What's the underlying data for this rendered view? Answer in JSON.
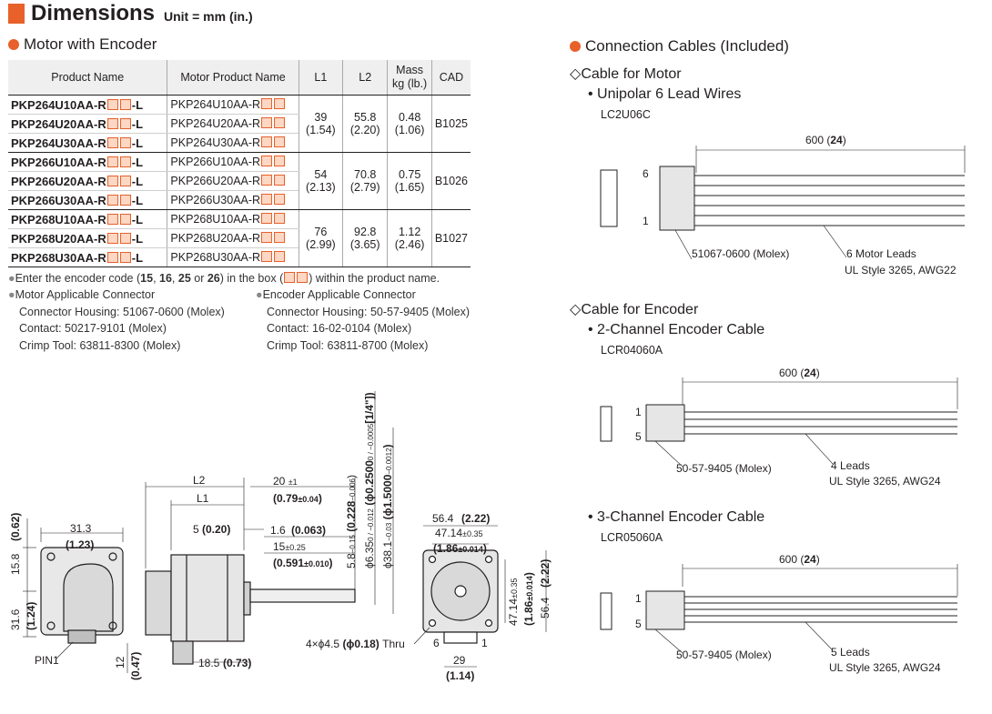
{
  "header": {
    "title": "Dimensions",
    "unit": "Unit = mm (in.)"
  },
  "motor_section": {
    "title": "Motor with Encoder"
  },
  "table": {
    "columns": [
      "Product Name",
      "Motor Product Name",
      "L1",
      "L2",
      "Mass kg (lb.)",
      "CAD"
    ],
    "mass_header_line1": "Mass",
    "mass_header_line2": "kg (lb.)",
    "groups": [
      {
        "rows": [
          {
            "product": "PKP264U10AA-R",
            "motor": "PKP264U10AA-R"
          },
          {
            "product": "PKP264U20AA-R",
            "motor": "PKP264U20AA-R"
          },
          {
            "product": "PKP264U30AA-R",
            "motor": "PKP264U30AA-R"
          }
        ],
        "l1": "39",
        "l1_in": "(1.54)",
        "l2": "55.8",
        "l2_in": "(2.20)",
        "mass": "0.48",
        "mass_lb": "(1.06)",
        "cad": "B1025"
      },
      {
        "rows": [
          {
            "product": "PKP266U10AA-R",
            "motor": "PKP266U10AA-R"
          },
          {
            "product": "PKP266U20AA-R",
            "motor": "PKP266U20AA-R"
          },
          {
            "product": "PKP266U30AA-R",
            "motor": "PKP266U30AA-R"
          }
        ],
        "l1": "54",
        "l1_in": "(2.13)",
        "l2": "70.8",
        "l2_in": "(2.79)",
        "mass": "0.75",
        "mass_lb": "(1.65)",
        "cad": "B1026"
      },
      {
        "rows": [
          {
            "product": "PKP268U10AA-R",
            "motor": "PKP268U10AA-R"
          },
          {
            "product": "PKP268U20AA-R",
            "motor": "PKP268U20AA-R"
          },
          {
            "product": "PKP268U30AA-R",
            "motor": "PKP268U30AA-R"
          }
        ],
        "l1": "76",
        "l1_in": "(2.99)",
        "l2": "92.8",
        "l2_in": "(3.65)",
        "mass": "1.12",
        "mass_lb": "(2.46)",
        "cad": "B1027"
      }
    ],
    "suffix": "-L"
  },
  "notes": {
    "enter_code_a": "Enter the encoder code (",
    "code1": "15",
    "code2": "16",
    "code3": "25",
    "code4": "26",
    "enter_code_b": ") in the box (",
    "enter_code_c": ") within the product name.",
    "motor_connector_title": "Motor Applicable Connector",
    "motor_connector_lines": [
      "Connector Housing: 51067-0600 (Molex)",
      "Contact: 50217-9101 (Molex)",
      "Crimp Tool: 63811-8300 (Molex)"
    ],
    "encoder_connector_title": "Encoder Applicable Connector",
    "encoder_connector_lines": [
      "Connector Housing: 50-57-9405 (Molex)",
      "Contact: 16-02-0104 (Molex)",
      "Crimp Tool: 63811-8700 (Molex)"
    ]
  },
  "drawing": {
    "d_31_3": "31.3",
    "d_1_23": "(1.23)",
    "d_15_8": "15.8",
    "d_0_62": "(0.62)",
    "d_31_6": "31.6",
    "d_1_24": "(1.24)",
    "d_12": "12",
    "d_0_47": "(0.47)",
    "pin1": "PIN1",
    "L2": "L2",
    "L1": "L1",
    "d_5": "5",
    "d_0_20": "(0.20)",
    "d_18_5": "18.5",
    "d_0_73": "(0.73)",
    "d_20": "20",
    "d_20_tol": "±1",
    "d_0_79": "(0.79",
    "d_0_79_tol": "±0.04",
    "d_0_79_end": ")",
    "d_1_6": "1.6",
    "d_0_063": "(0.063)",
    "d_15": "15",
    "d_15_tol": "±0.25",
    "d_0_591": "(0.591",
    "d_0_591_tol": "±0.010",
    "d_0_591_end": ")",
    "v_5_8": "5.8",
    "v_5_8_tol": "−0.15",
    "v_0_228": "(0.228",
    "v_0_228_tol": "−0.006",
    "v_0_228_end": ")",
    "v_6_35": "ϕ6.35",
    "v_6_35_tol": "0 / −0.012",
    "v_0_25": "(ϕ0.2500",
    "v_0_25_tol": "0 / −0.0005",
    "v_quarter": "[1/4\"])",
    "v_38_1": "ϕ38.1",
    "v_38_1_tol": "−0.03",
    "v_1_5": "(ϕ1.5000",
    "v_1_5_tol": "−0.0012",
    "v_1_5_end": ")",
    "d_56_4": "56.4",
    "d_2_22": "(2.22)",
    "d_47_14": "47.14",
    "d_47_tol": "±0.35",
    "d_1_86": "(1.86",
    "d_1_86_tol": "±0.014",
    "d_1_86_end": ")",
    "d_holes": "4×ϕ4.5",
    "d_holes_in": "(ϕ0.18)",
    "d_thru": "Thru",
    "d_29": "29",
    "d_1_14": "(1.14)",
    "pin6": "6",
    "pin1b": "1"
  },
  "connection": {
    "title": "Connection Cables (Included)",
    "motor_cable": {
      "title": "Cable for Motor",
      "subtitle": "Unipolar 6 Lead Wires",
      "model": "LC2U06C",
      "length": "600",
      "length_in": "24",
      "pin_top": "6",
      "pin_bottom": "1",
      "connector": "51067-0600 (Molex)",
      "leads": "6 Motor Leads",
      "spec": "UL Style 3265, AWG22"
    },
    "encoder_title": "Cable for Encoder",
    "enc2": {
      "subtitle": "2-Channel Encoder Cable",
      "model": "LCR04060A",
      "length": "600",
      "length_in": "24",
      "pin_top": "1",
      "pin_bottom": "5",
      "connector": "50-57-9405 (Molex)",
      "leads": "4 Leads",
      "spec": "UL Style 3265, AWG24"
    },
    "enc3": {
      "subtitle": "3-Channel Encoder Cable",
      "model": "LCR05060A",
      "length": "600",
      "length_in": "24",
      "pin_top": "1",
      "pin_bottom": "5",
      "connector": "50-57-9405 (Molex)",
      "leads": "5 Leads",
      "spec": "UL Style 3265, AWG24"
    }
  },
  "colors": {
    "accent": "#e8602a",
    "box_fill": "#fbd7c4",
    "text": "#231f20"
  }
}
